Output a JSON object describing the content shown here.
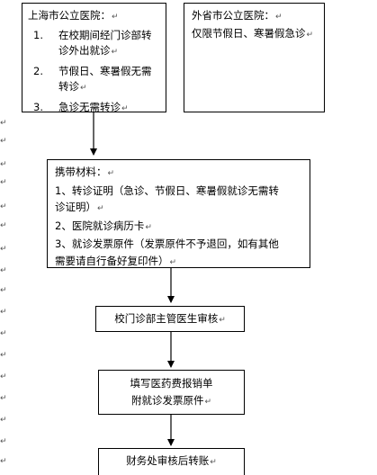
{
  "paragraph_mark": "↵",
  "shanghai": {
    "title": "上海市公立医院：",
    "items": [
      {
        "num": "1.",
        "lines": [
          "在校期间经门诊部转",
          "诊外出就诊"
        ]
      },
      {
        "num": "2.",
        "lines": [
          "节假日、寒暑假无需",
          "转诊"
        ]
      },
      {
        "num": "3.",
        "lines": [
          "急诊无需转诊"
        ]
      }
    ]
  },
  "outside": {
    "title": "外省市公立医院：",
    "line": "仅限节假日、寒暑假急诊"
  },
  "materials": {
    "title": "携带材料：",
    "lines": [
      "1、转诊证明（急诊、节假日、寒暑假就诊无需转",
      "诊证明）",
      "2、医院就诊病历卡",
      "3、就诊发票原件（发票原件不予退回，如有其他",
      "需要请自行备好复印件）"
    ]
  },
  "review": {
    "label": "校门诊部主管医生审核"
  },
  "fill_form": {
    "lines": [
      "填写医药费报销单",
      "附就诊发票原件"
    ]
  },
  "finance": {
    "label": "财务处审核后转账"
  }
}
